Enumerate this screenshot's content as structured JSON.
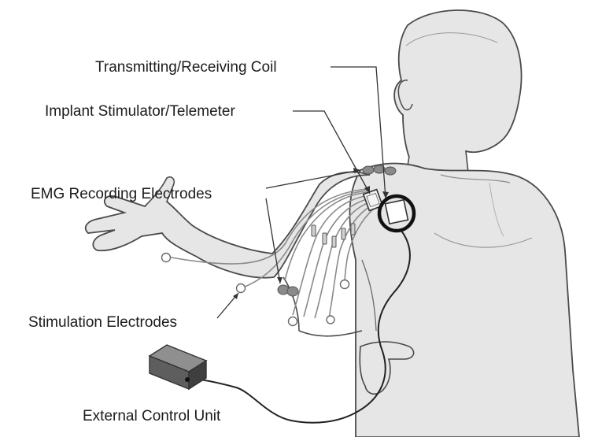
{
  "labels": {
    "coil": "Transmitting/Receiving Coil",
    "implant": "Implant Stimulator/Telemeter",
    "emg": "EMG Recording Electrodes",
    "stimulation": "Stimulation Electrodes",
    "control_unit": "External Control Unit"
  },
  "colors": {
    "skin": "#e6e6e6",
    "outline": "#4a4a4a",
    "leader": "#333333",
    "lead_wire": "#9a9a9a",
    "coil_ring": "#111111",
    "electrode": "#8a8a8a",
    "box_top": "#8f8f8f",
    "box_front": "#5e5e5e",
    "box_side": "#3f3f3f"
  }
}
